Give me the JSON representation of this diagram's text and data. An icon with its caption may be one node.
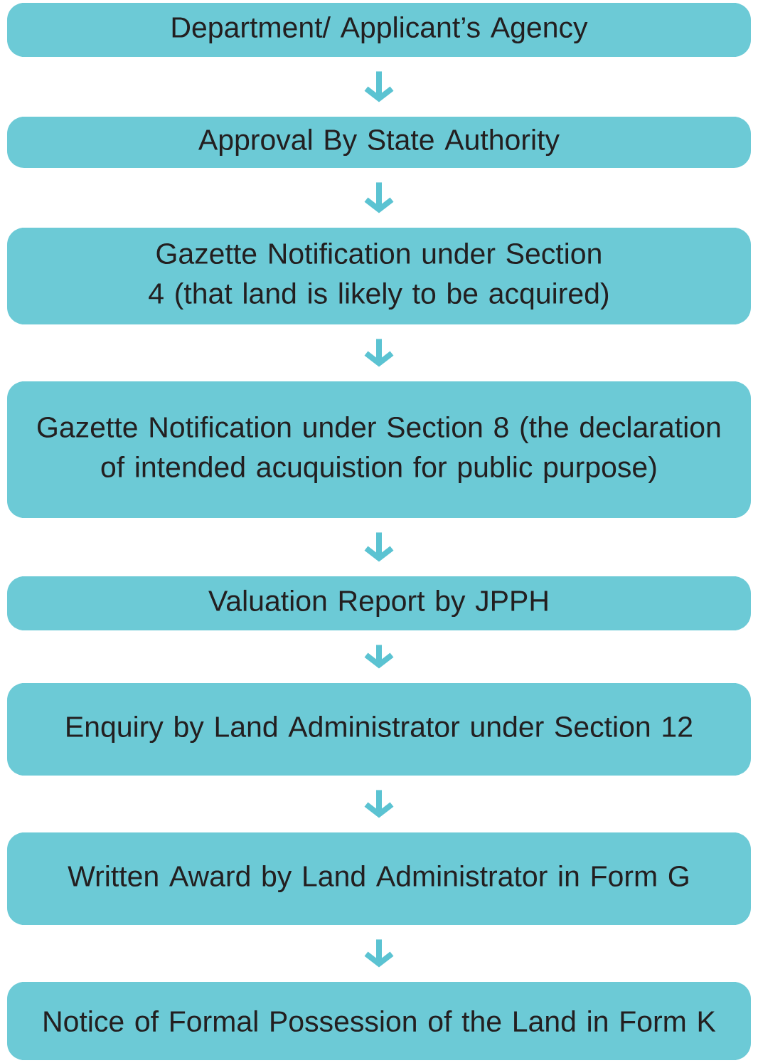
{
  "diagram": {
    "nodes": [
      {
        "text": [
          "Department/ Applicant’s Agency"
        ]
      },
      {
        "text": [
          "Approval By State Authority"
        ]
      },
      {
        "text": [
          "Gazette Notification under Section 4 (that land is likely to be acquired)"
        ]
      },
      {
        "text": [
          "Gazette Notification under Section 8 (the declaration of intended acuquistion for public purpose)"
        ]
      },
      {
        "text": [
          "Valuation Report by JPPH"
        ]
      },
      {
        "text": [
          "Enquiry by Land Administrator under Section 12"
        ]
      },
      {
        "text": [
          "Written Award by Land Administrator in Form G"
        ]
      },
      {
        "text": [
          "Notice of Formal Possession of the Land in Form K"
        ]
      }
    ],
    "edges": [
      {
        "from": 0,
        "to": 1,
        "arrow": "to"
      },
      {
        "from": 1,
        "to": 2,
        "arrow": "to"
      },
      {
        "from": 2,
        "to": 3,
        "arrow": "to"
      },
      {
        "from": 3,
        "to": 4,
        "arrow": "to"
      },
      {
        "from": 4,
        "to": 5,
        "arrow": "to"
      },
      {
        "from": 5,
        "to": 6,
        "arrow": "to"
      },
      {
        "from": 6,
        "to": 7,
        "arrow": "to"
      }
    ]
  }
}
